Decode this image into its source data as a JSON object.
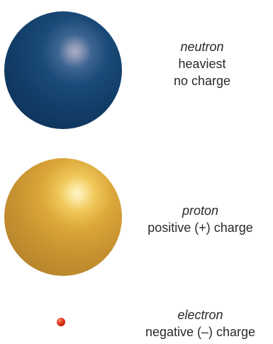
{
  "particles": [
    {
      "name": "neutron",
      "lines": [
        "heaviest",
        "no charge"
      ],
      "color": "#123e69",
      "highlight": "#a8aec4"
    },
    {
      "name": "proton",
      "lines": [
        "positive (+) charge"
      ],
      "color": "#c99330",
      "highlight": "#fff4c8"
    },
    {
      "name": "electron",
      "lines": [
        "negative (–) charge"
      ],
      "color": "#c2200e",
      "highlight": "#ff8a70"
    }
  ]
}
